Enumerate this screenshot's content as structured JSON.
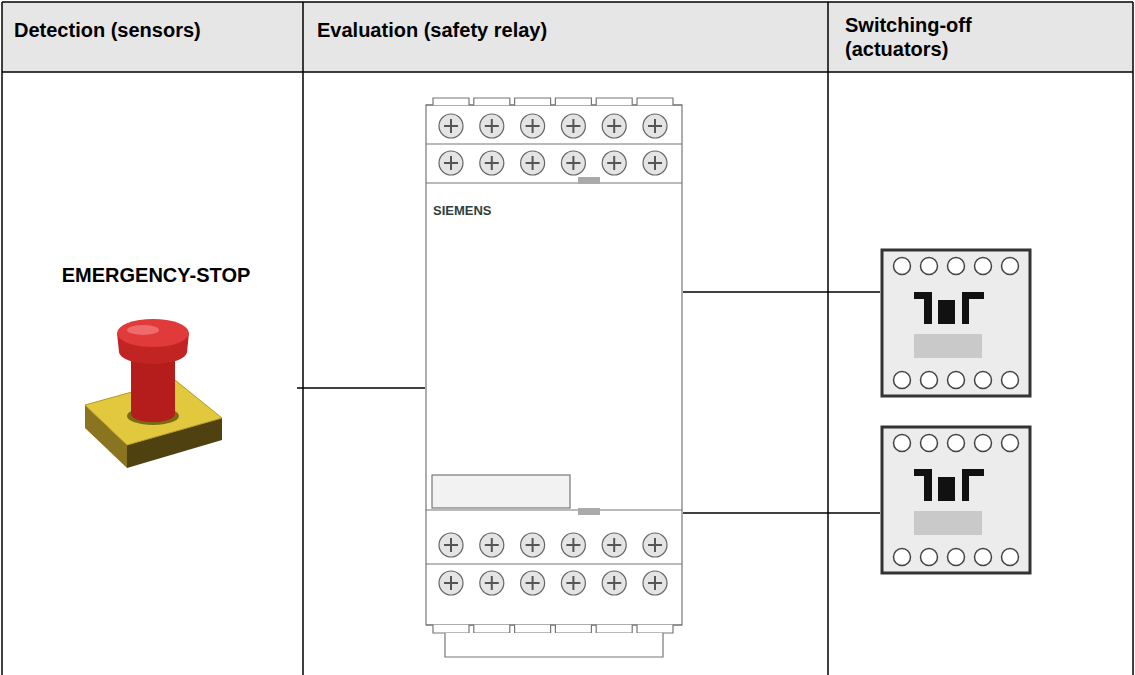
{
  "diagram": {
    "nodes": [
      {
        "text": [
          "EMERGENCY-STOP"
        ]
      },
      {
        "text": [
          "SIEMENS"
        ]
      },
      {
        "text": []
      },
      {
        "text": []
      }
    ],
    "edges": [
      {
        "from": 0,
        "to": 1,
        "arrow": "none"
      },
      {
        "from": 1,
        "to": 2,
        "arrow": "none"
      },
      {
        "from": 1,
        "to": 3,
        "arrow": "none"
      }
    ],
    "labels": [
      "Detection (sensors)",
      "Evaluation (safety relay)",
      "Switching-off (actuators)"
    ]
  }
}
